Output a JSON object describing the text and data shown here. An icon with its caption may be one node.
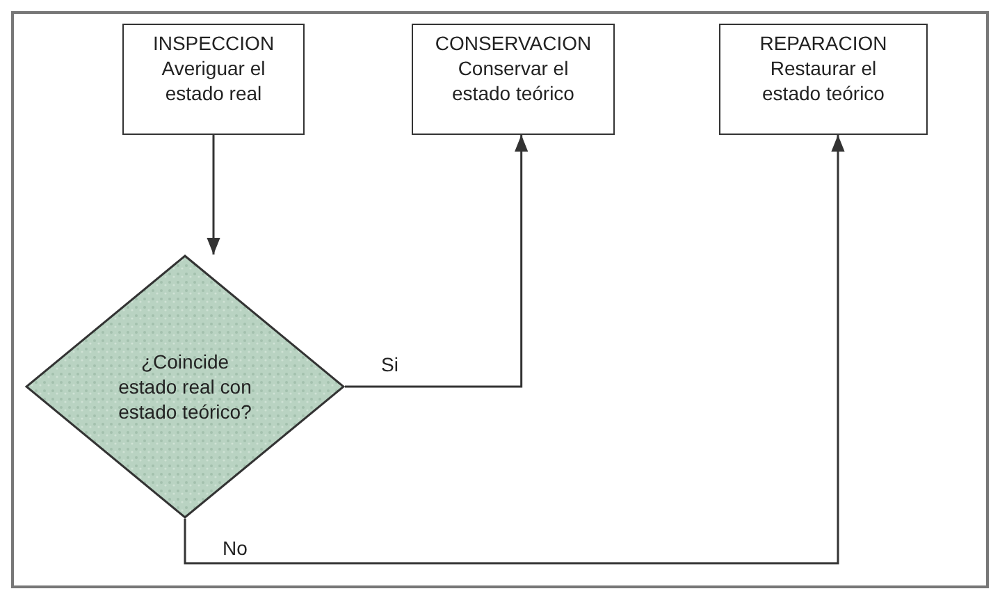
{
  "diagram": {
    "nodes": [
      {
        "text": [
          "INSPECCION",
          "Averiguar el estado real"
        ]
      },
      {
        "text": [
          "CONSERVACION",
          "Conservar el estado teórico"
        ]
      },
      {
        "text": [
          "REPARACION",
          "Restaurar el estado teórico"
        ]
      },
      {
        "text": [
          "¿Coincide estado real con estado teórico?"
        ]
      }
    ],
    "edges": [
      {
        "from": 0,
        "to": 3,
        "arrow": "to"
      },
      {
        "from": 3,
        "to": 1,
        "label": "Si",
        "arrow": "to"
      },
      {
        "from": 3,
        "to": 2,
        "label": "No",
        "arrow": "to"
      }
    ]
  }
}
